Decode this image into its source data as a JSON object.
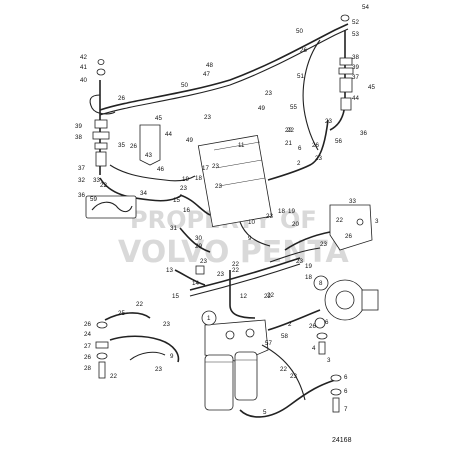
{
  "diagram": {
    "drawing_number": "24168",
    "watermark_lines": [
      "PROPERTY OF",
      "VOLVO PENTA"
    ],
    "callouts_top_left": [
      {
        "n": "42"
      },
      {
        "n": "41"
      },
      {
        "n": "40"
      },
      {
        "n": "39"
      },
      {
        "n": "38"
      },
      {
        "n": "26"
      },
      {
        "n": "37"
      },
      {
        "n": "36"
      },
      {
        "n": "45"
      },
      {
        "n": "44"
      },
      {
        "n": "43"
      },
      {
        "n": "35"
      },
      {
        "n": "34"
      },
      {
        "n": "33"
      },
      {
        "n": "32"
      },
      {
        "n": "26"
      },
      {
        "n": "59"
      },
      {
        "n": "22"
      }
    ],
    "callouts_top_middle": [
      {
        "n": "48"
      },
      {
        "n": "47"
      },
      {
        "n": "50"
      },
      {
        "n": "23"
      },
      {
        "n": "49"
      },
      {
        "n": "23"
      },
      {
        "n": "49"
      },
      {
        "n": "46"
      },
      {
        "n": "11"
      },
      {
        "n": "21"
      },
      {
        "n": "22"
      },
      {
        "n": "23"
      },
      {
        "n": "19"
      },
      {
        "n": "18"
      },
      {
        "n": "17"
      },
      {
        "n": "16"
      },
      {
        "n": "15"
      },
      {
        "n": "23"
      },
      {
        "n": "23"
      }
    ],
    "callouts_top_right": [
      {
        "n": "54"
      },
      {
        "n": "52"
      },
      {
        "n": "53"
      },
      {
        "n": "50"
      },
      {
        "n": "51"
      },
      {
        "n": "26"
      },
      {
        "n": "39"
      },
      {
        "n": "38"
      },
      {
        "n": "37"
      },
      {
        "n": "45"
      },
      {
        "n": "44"
      },
      {
        "n": "36"
      },
      {
        "n": "56"
      },
      {
        "n": "55"
      },
      {
        "n": "23"
      },
      {
        "n": "22"
      },
      {
        "n": "26"
      },
      {
        "n": "6"
      },
      {
        "n": "23"
      },
      {
        "n": "2"
      }
    ],
    "callouts_mid": [
      {
        "n": "31"
      },
      {
        "n": "30"
      },
      {
        "n": "29"
      },
      {
        "n": "10"
      },
      {
        "n": "9"
      },
      {
        "n": "20"
      },
      {
        "n": "19"
      },
      {
        "n": "18"
      },
      {
        "n": "23"
      },
      {
        "n": "33"
      },
      {
        "n": "3"
      },
      {
        "n": "22"
      },
      {
        "n": "26"
      },
      {
        "n": "23"
      },
      {
        "n": "13"
      },
      {
        "n": "14"
      },
      {
        "n": "15"
      },
      {
        "n": "23"
      },
      {
        "n": "12"
      },
      {
        "n": "23"
      },
      {
        "n": "22"
      },
      {
        "n": "19"
      },
      {
        "n": "18"
      },
      {
        "n": "23"
      },
      {
        "n": "8"
      },
      {
        "n": "22"
      },
      {
        "n": "22"
      }
    ],
    "callouts_bottom": [
      {
        "n": "22"
      },
      {
        "n": "25"
      },
      {
        "n": "23"
      },
      {
        "n": "26"
      },
      {
        "n": "24"
      },
      {
        "n": "27"
      },
      {
        "n": "26"
      },
      {
        "n": "28"
      },
      {
        "n": "22"
      },
      {
        "n": "23"
      },
      {
        "n": "9"
      },
      {
        "n": "1"
      },
      {
        "n": "5"
      },
      {
        "n": "57"
      },
      {
        "n": "58"
      },
      {
        "n": "2"
      },
      {
        "n": "22"
      },
      {
        "n": "23"
      },
      {
        "n": "22"
      },
      {
        "n": "26"
      },
      {
        "n": "6"
      },
      {
        "n": "4"
      },
      {
        "n": "3"
      },
      {
        "n": "6"
      },
      {
        "n": "6"
      },
      {
        "n": "7"
      }
    ],
    "circled_markers": [
      {
        "n": "1"
      },
      {
        "n": "8"
      }
    ]
  }
}
